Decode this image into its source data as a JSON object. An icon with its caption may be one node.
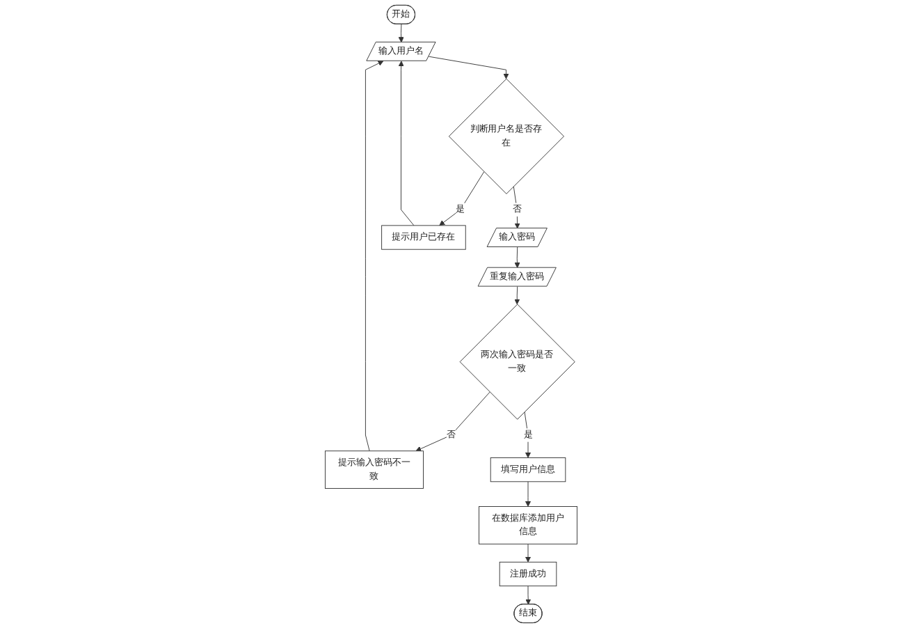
{
  "diagram": {
    "nodes": [
      {
        "text": [
          "开始"
        ]
      },
      {
        "text": [
          "输入用户名"
        ]
      },
      {
        "text": [
          "判断用户名是否存在"
        ]
      },
      {
        "text": [
          "输入密码"
        ]
      },
      {
        "text": [
          "提示用户已存在"
        ]
      },
      {
        "text": [
          "重复输入密码"
        ]
      },
      {
        "text": [
          "两次输入密码是否一致"
        ]
      },
      {
        "text": [
          "提示输入密码不一致"
        ]
      },
      {
        "text": [
          "结束"
        ]
      },
      {
        "text": [
          "注册成功"
        ]
      },
      {
        "text": [
          "在数据库添加用户信息"
        ]
      },
      {
        "text": [
          "填写用户信息"
        ]
      }
    ],
    "edges": [
      {
        "from": 0,
        "to": 1,
        "arrow": "to"
      },
      {
        "from": 1,
        "to": 2,
        "arrow": "to"
      },
      {
        "from": 2,
        "to": 3,
        "arrow": "to",
        "label": "否"
      },
      {
        "from": 2,
        "to": 4,
        "arrow": "to",
        "label": "是"
      },
      {
        "from": 4,
        "to": 1,
        "arrow": "to"
      },
      {
        "from": 3,
        "to": 5,
        "arrow": "to"
      },
      {
        "from": 5,
        "to": 6,
        "arrow": "to"
      },
      {
        "from": 6,
        "to": 7,
        "arrow": "to",
        "label": "否"
      },
      {
        "from": 7,
        "to": 1,
        "arrow": "to"
      },
      {
        "from": 6,
        "to": 11,
        "arrow": "to",
        "label": "是"
      },
      {
        "from": 11,
        "to": 10,
        "arrow": "to"
      },
      {
        "from": 10,
        "to": 9,
        "arrow": "to"
      },
      {
        "from": 9,
        "to": 8,
        "arrow": "to"
      }
    ]
  }
}
